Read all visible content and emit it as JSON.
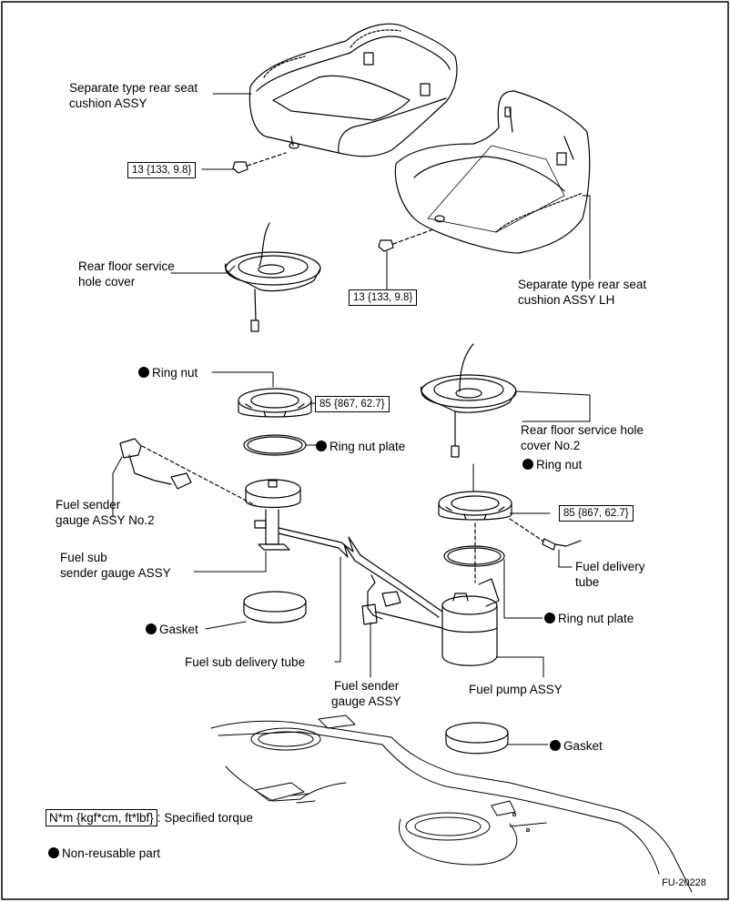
{
  "labels": {
    "seat_rh": [
      "Separate type rear seat",
      "cushion ASSY"
    ],
    "seat_lh": [
      "Separate type rear seat",
      "cushion ASSY LH"
    ],
    "hole_cover": [
      "Rear floor service",
      "hole cover"
    ],
    "hole_cover_no2": [
      "Rear floor service hole",
      "cover No.2"
    ],
    "ring_nut_1": "Ring nut",
    "ring_nut_2": "Ring nut",
    "ring_nut_plate_1": "Ring nut plate",
    "ring_nut_plate_2": "Ring nut plate",
    "fuel_sender_no2": [
      "Fuel sender",
      "gauge ASSY No.2"
    ],
    "fuel_sub_sender": [
      "Fuel sub",
      "sender gauge ASSY"
    ],
    "fuel_delivery_tube": [
      "Fuel delivery",
      "tube"
    ],
    "gasket_1": "Gasket",
    "gasket_2": "Gasket",
    "fuel_sub_delivery_tube": "Fuel sub delivery tube",
    "fuel_sender": [
      "Fuel sender",
      "gauge ASSY"
    ],
    "fuel_pump": "Fuel pump ASSY"
  },
  "torques": {
    "t1": "13 {133, 9.8}",
    "t2": "13 {133, 9.8}",
    "t3": "85 {867, 62.7}",
    "t4": "85 {867, 62.7}"
  },
  "legend": {
    "torque_box": "N*m {kgf*cm, ft*lbf}",
    "torque_text": ": Specified torque",
    "nonreusable_text": "Non-reusable part"
  },
  "figure_id": "FU-20228"
}
